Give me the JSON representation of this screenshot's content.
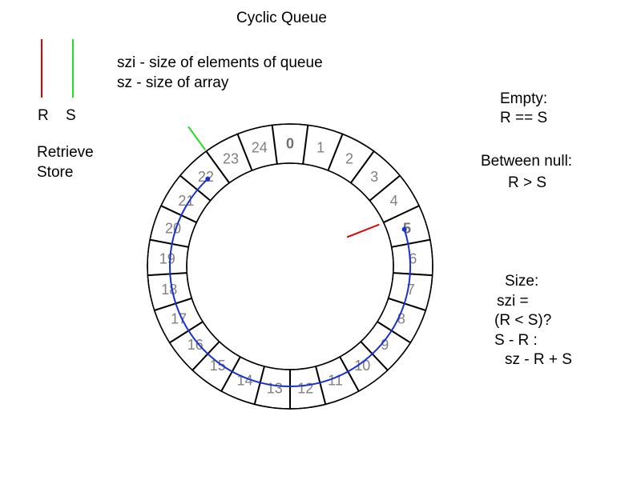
{
  "title": "Cyclic Queue",
  "legend": {
    "r_label": "R",
    "s_label": "S",
    "r_color": "#e00000",
    "s_color": "#22dd22",
    "retrieve": "Retrieve",
    "store": "Store"
  },
  "definitions": [
    "szi - size of elements of queue",
    "sz - size of array"
  ],
  "rules": {
    "empty_title": "Empty:",
    "empty_expr": "R == S",
    "between_title": "Between null:",
    "between_expr": "R > S",
    "size_title": "Size:",
    "size_lines": [
      "szi =",
      "(R < S)?",
      "S - R :",
      "sz - R + S"
    ]
  },
  "ring": {
    "cell_count": 25,
    "labels": [
      "0",
      "1",
      "2",
      "3",
      "4",
      "5",
      "6",
      "7",
      "8",
      "9",
      "10",
      "11",
      "12",
      "13",
      "14",
      "15",
      "16",
      "17",
      "18",
      "19",
      "20",
      "21",
      "22",
      "23",
      "24"
    ],
    "bold_labels": [
      "0",
      "5"
    ],
    "retrieve_index": 5,
    "store_index": 23,
    "arc_from_index": 5,
    "arc_to_index": 22,
    "arc_color": "#1a2fd0"
  }
}
